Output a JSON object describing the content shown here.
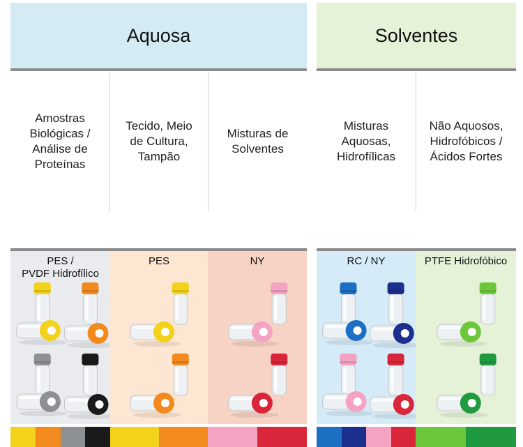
{
  "groups": {
    "aqueous": {
      "title": "Aquosa",
      "color": "#d4ebf4"
    },
    "solvents": {
      "title": "Solventes",
      "color": "#e6f2d8"
    }
  },
  "descriptions": [
    "Amostras\nBiológicas /\nAnálise de\nProteínas",
    "Tecido, Meio\nde Cultura,\nTampão",
    "Misturas de\nSolventes",
    "Misturas\nAquosas,\nHidrofílicas",
    "Não Aquosos,\nHidrofóbicos /\nÁcidos Fortes"
  ],
  "panels": [
    {
      "label": "PES /\nPVDF Hidrofílico",
      "bg": "#e9ebee",
      "caps": [
        "#f2d21a",
        "#f28a1e",
        "#8e9194",
        "#1a1a1a"
      ],
      "swatches": [
        "#f2d21a",
        "#f28a1e",
        "#8e9194",
        "#1a1a1a"
      ]
    },
    {
      "label": "PES",
      "bg": "#fde6d2",
      "caps": [
        "#f2d21a",
        "#f28a1e"
      ],
      "swatches": [
        "#f2d21a",
        "#f28a1e"
      ]
    },
    {
      "label": "NY",
      "bg": "#f6d3c4",
      "caps": [
        "#f4a3c3",
        "#d9263a"
      ],
      "swatches": [
        "#f4a3c3",
        "#d9263a"
      ]
    },
    {
      "label": "RC / NY",
      "bg": "#d5ebf7",
      "caps": [
        "#1d6fc4",
        "#1c2f8f",
        "#f4a3c3",
        "#d9263a"
      ],
      "swatches": [
        "#1d6fc4",
        "#1c2f8f",
        "#f4a3c3",
        "#d9263a"
      ]
    },
    {
      "label": "PTFE Hidrofóbico",
      "bg": "#e5f2d8",
      "caps": [
        "#6cc83a",
        "#1f9a3f"
      ],
      "swatches": [
        "#6cc83a",
        "#1f9a3f"
      ]
    }
  ]
}
